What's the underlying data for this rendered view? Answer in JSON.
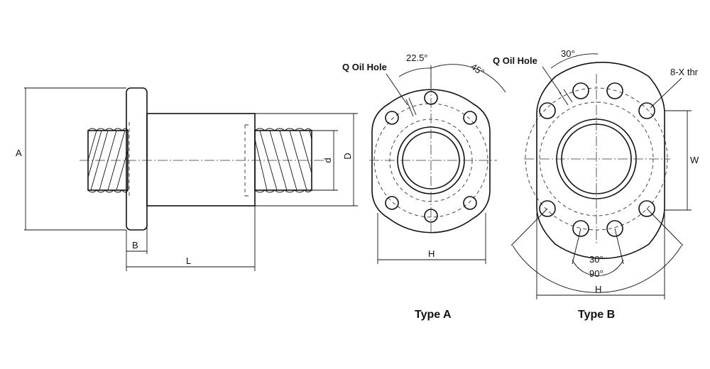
{
  "side_view": {
    "label_A": "A",
    "label_B": "B",
    "label_L": "L",
    "label_d": "d",
    "label_D": "D"
  },
  "type_a": {
    "caption": "Type A",
    "oil_hole_label": "Q Oil Hole",
    "angle_small": "22.5°",
    "angle_large": "45°",
    "label_H": "H"
  },
  "type_b": {
    "caption": "Type B",
    "oil_hole_label": "Q Oil Hole",
    "angle_top": "30°",
    "thread_label": "8-X thr",
    "label_W": "W",
    "angle_bottom": "30°",
    "angle_outer": "90°",
    "label_H": "H"
  }
}
